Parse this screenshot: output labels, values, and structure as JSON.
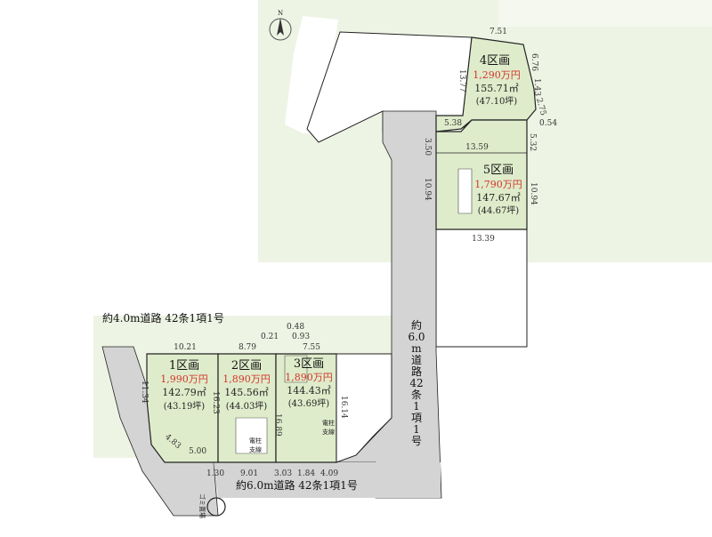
{
  "compass": {
    "label": "N",
    "icon": "north-arrow-icon"
  },
  "colors": {
    "lot_fill": "#dfeccb",
    "lot_stroke": "#222222",
    "price": "#d3342b",
    "road": "#d4d4d4",
    "background_green": "#edf3e3"
  },
  "lots": [
    {
      "name": "1区画",
      "price": "1,990万円",
      "area": "142.79㎡",
      "tsubo": "(43.19坪)"
    },
    {
      "name": "2区画",
      "price": "1,890万円",
      "area": "145.56㎡",
      "tsubo": "(44.03坪)"
    },
    {
      "name": "3区画",
      "price": "1,890万円",
      "area": "144.43㎡",
      "tsubo": "(43.69坪)"
    },
    {
      "name": "4区画",
      "price": "1,290万円",
      "area": "155.71㎡",
      "tsubo": "(47.10坪)"
    },
    {
      "name": "5区画",
      "price": "1,790万円",
      "area": "147.67㎡",
      "tsubo": "(44.67坪)"
    }
  ],
  "roads": {
    "west": "約4.0m道路 42条1項1号",
    "south": "約6.0m道路 42条1項1号",
    "vertical_lines": [
      "約",
      "6.0",
      "m",
      "道",
      "路",
      "42",
      "条",
      "1",
      "項",
      "1",
      "号"
    ]
  },
  "dimensions": {
    "d_7_51": "7.51",
    "d_6_76": "6.76",
    "d_13_77": "13.77",
    "d_1_43": "1.43",
    "d_2_75": "2.75",
    "d_0_54": "0.54",
    "d_5_38": "5.38",
    "d_5_32": "5.32",
    "d_3_50": "3.50",
    "d_13_59": "13.59",
    "d_10_94_l": "10.94",
    "d_10_94_r": "10.94",
    "d_13_39": "13.39",
    "d_0_48": "0.48",
    "d_0_21": "0.21",
    "d_0_93": "0.93",
    "d_10_21": "10.21",
    "d_8_79": "8.79",
    "d_7_55": "7.55",
    "d_11_34": "11.34",
    "d_16_23": "16.23",
    "d_16_89": "16.89",
    "d_16_14": "16.14",
    "d_4_83": "4.83",
    "d_5_00": "5.00",
    "d_1_30": "1.30",
    "d_9_01": "9.01",
    "d_3_03": "3.03",
    "d_1_84": "1.84",
    "d_4_09": "4.09"
  },
  "labels": {
    "pole_a": "電柱",
    "wire_a": "支線",
    "pole_b": "電柱",
    "wire_b": "支線",
    "garbage": "ゴミ置場"
  }
}
